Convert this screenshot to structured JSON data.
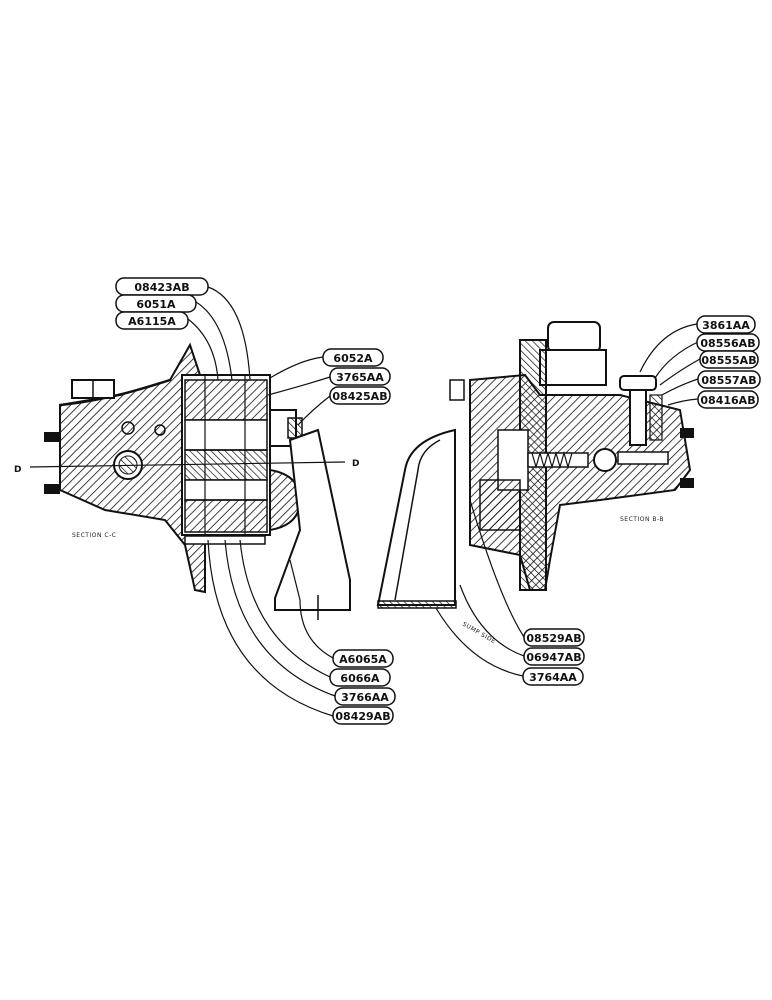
{
  "diagram": {
    "section_left_caption": "SECTION C-C",
    "section_right_caption": "SECTION B-B",
    "section_line_label_left": "D",
    "section_line_label_right": "D",
    "sump_label": "SUMP SIDE",
    "parts_left_top": [
      "08423AB",
      "6051A",
      "A6115A"
    ],
    "parts_left_right": [
      "6052A",
      "3765AA",
      "08425AB"
    ],
    "parts_left_bottom": [
      "A6065A",
      "6066A",
      "3766AA",
      "08429AB"
    ],
    "parts_right_top": [
      "3861AA",
      "08556AB",
      "08555AB",
      "08557AB",
      "08416AB"
    ],
    "parts_right_bottom": [
      "08529AB",
      "06947AB",
      "3764AA"
    ]
  }
}
